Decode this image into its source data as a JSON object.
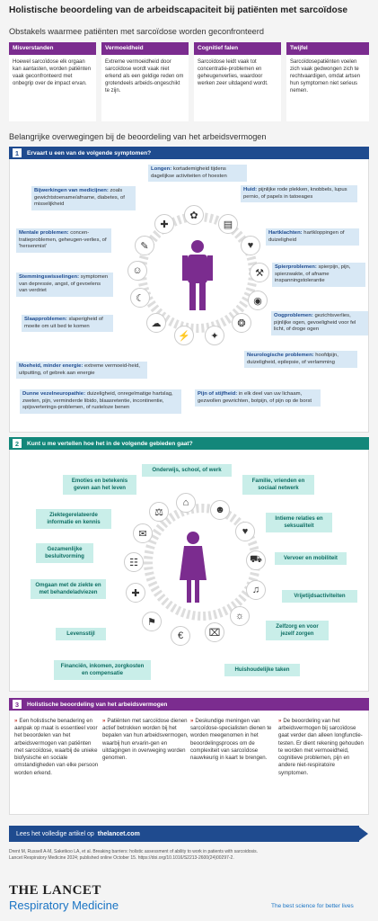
{
  "title": "Holistische beoordeling van de arbeidscapaciteit bij patiënten met sarcoïdose",
  "obstacles_heading": "Obstakels waarmee patiënten met sarcoïdose worden geconfronteerd",
  "cards": [
    {
      "title": "Misverstanden",
      "body": "Hoewel sarcoïdose elk orgaan kan aantasten, worden patiënten vaak geconfronteerd met onbegrip over de impact ervan."
    },
    {
      "title": "Vermoeidheid",
      "body": "Extreme vermoeidheid door sarcoïdose wordt vaak niet erkend als een geldige reden om grotendeels arbeids-ongeschikt te zijn."
    },
    {
      "title": "Cognitief falen",
      "body": "Sarcoïdose leidt vaak tot concentratie-problemen en geheugenverlies, waardoor werken zeer uitdagend wordt."
    },
    {
      "title": "Twijfel",
      "body": "Sarcoïdosepatiënten voelen zich vaak gedwongen zich te rechtvaardigen, omdat artsen hun symptomen niet serieus nemen."
    }
  ],
  "considerations_heading": "Belangrijke overwegingen bij de beoordeling van het arbeidsvermogen",
  "s1": {
    "num": "1",
    "title": "Ervaart u een van de volgende symptomen?",
    "items": [
      {
        "k": "Longen:",
        "v": "kortademigheid tijdens dagelijkse activiteiten of hoesten"
      },
      {
        "k": "Bijwerkingen van medicijnen:",
        "v": "zoals gewichtstoename/afname, diabetes, of misselijkheid"
      },
      {
        "k": "Huid:",
        "v": "pijnlijke rode plekken, knobbels, lupus pernio, of papels in tatoeages"
      },
      {
        "k": "Mentale problemen:",
        "v": "concen-tratieproblemen, geheugen-verlies, of 'hersenmist'"
      },
      {
        "k": "Hartklachten:",
        "v": "hartkloppingen of duizeligheid"
      },
      {
        "k": "Spierproblemen:",
        "v": "spierpijn, pijn, spierzwakte, of afname inspanningstolerantie"
      },
      {
        "k": "Stemmingswisselingen:",
        "v": "symptomen van depressie, angst, of gevoelens van verdriet"
      },
      {
        "k": "Oogproblemen:",
        "v": "gezichtsverlies, pijnlijke ogen, gevoeligheid voor fel licht, of droge ogen"
      },
      {
        "k": "Slaapproblemen:",
        "v": "slaperigheid of moeite om uit bed te komen"
      },
      {
        "k": "Neurologische problemen:",
        "v": "hoofdpijn, duizeligheid, epilepsie, of verlamming"
      },
      {
        "k": "Moeheid, minder energie:",
        "v": "extreme vermoeid-heid, uitputting, of gebrek aan energie"
      },
      {
        "k": "Dunne vezelneuropathie:",
        "v": "duizeligheid, onregelmatige hartslag, zweten, pijn, verminderde libido, blaasretentie, incontinentie, spijsverterings-problemen, of rusteloze benen"
      },
      {
        "k": "Pijn of stijfheid:",
        "v": "in elk deel van uw lichaam, gezwollen gewrichten, botpijn, of pijn op de borst"
      }
    ]
  },
  "s2": {
    "num": "2",
    "title": "Kunt u me vertellen hoe het in de volgende gebieden gaat?",
    "items": [
      "Onderwijs, school, of werk",
      "Emoties en betekenis geven aan het leven",
      "Familie, vrienden en sociaal netwerk",
      "Ziektegerelateerde informatie en kennis",
      "Intieme relaties en seksualiteit",
      "Gezamenlijke besluitvorming",
      "Vervoer en mobiliteit",
      "Omgaan met de ziekte en met behandeladviezen",
      "Vrijetijdsactiviteiten",
      "Levensstijl",
      "Zelfzorg en voor jezelf zorgen",
      "Financiën, inkomen, zorgkosten en compensatie",
      "Huishoudelijke taken"
    ]
  },
  "s3": {
    "num": "3",
    "title": "Holistische beoordeling van het arbeidsvermogen",
    "cols": [
      "Een holistische benadering en aanpak op maat is essentieel voor het beoordelen van het arbeidsvermogen van patiënten met sarcoïdose, waarbij de unieke biofysische en sociale omstandigheden van elke persoon worden erkend.",
      "Patiënten met sarcoïdose dienen actief betrokken worden bij het bepalen van hun arbeidsvermogen, waarbij hun ervarin-gen en uitdagingen in overweging worden genomen.",
      "Deskundige meningen van sarcoïdose-specialisten dienen te worden meegenomen in het beoordelingsproces om de complexiteit van sarcoïdose nauwkeurig in kaart te brengen.",
      "De beoordeling van het arbeidsvermogen bij sarcoïdose gaat verder dan alleen longfunctie-testen. Er dient rekening gehouden te worden met vermoeidheid, cognitieve problemen, pijn en andere niet-respiratoire symptomen."
    ]
  },
  "link": {
    "text": "Lees het volledige artikel op",
    "url": "thelancet.com"
  },
  "ref1": "Drent M, Russell A-M, Saketkoo LA, et al. Breaking barriers: holistic assessment of ability to work in patients with sarcoidosis.",
  "ref2": "Lancet Respiratory Medicine 2024; published online October 15. https://doi.org/10.1016/S2213-2600(24)00297-2.",
  "logo": {
    "line1": "THE LANCET",
    "line2": "Respiratory Medicine",
    "tagline": "The best science for better lives"
  },
  "colors": {
    "purple": "#7b2c8f",
    "navy": "#1f4b8f",
    "teal": "#13877a",
    "red": "#c0392b"
  }
}
